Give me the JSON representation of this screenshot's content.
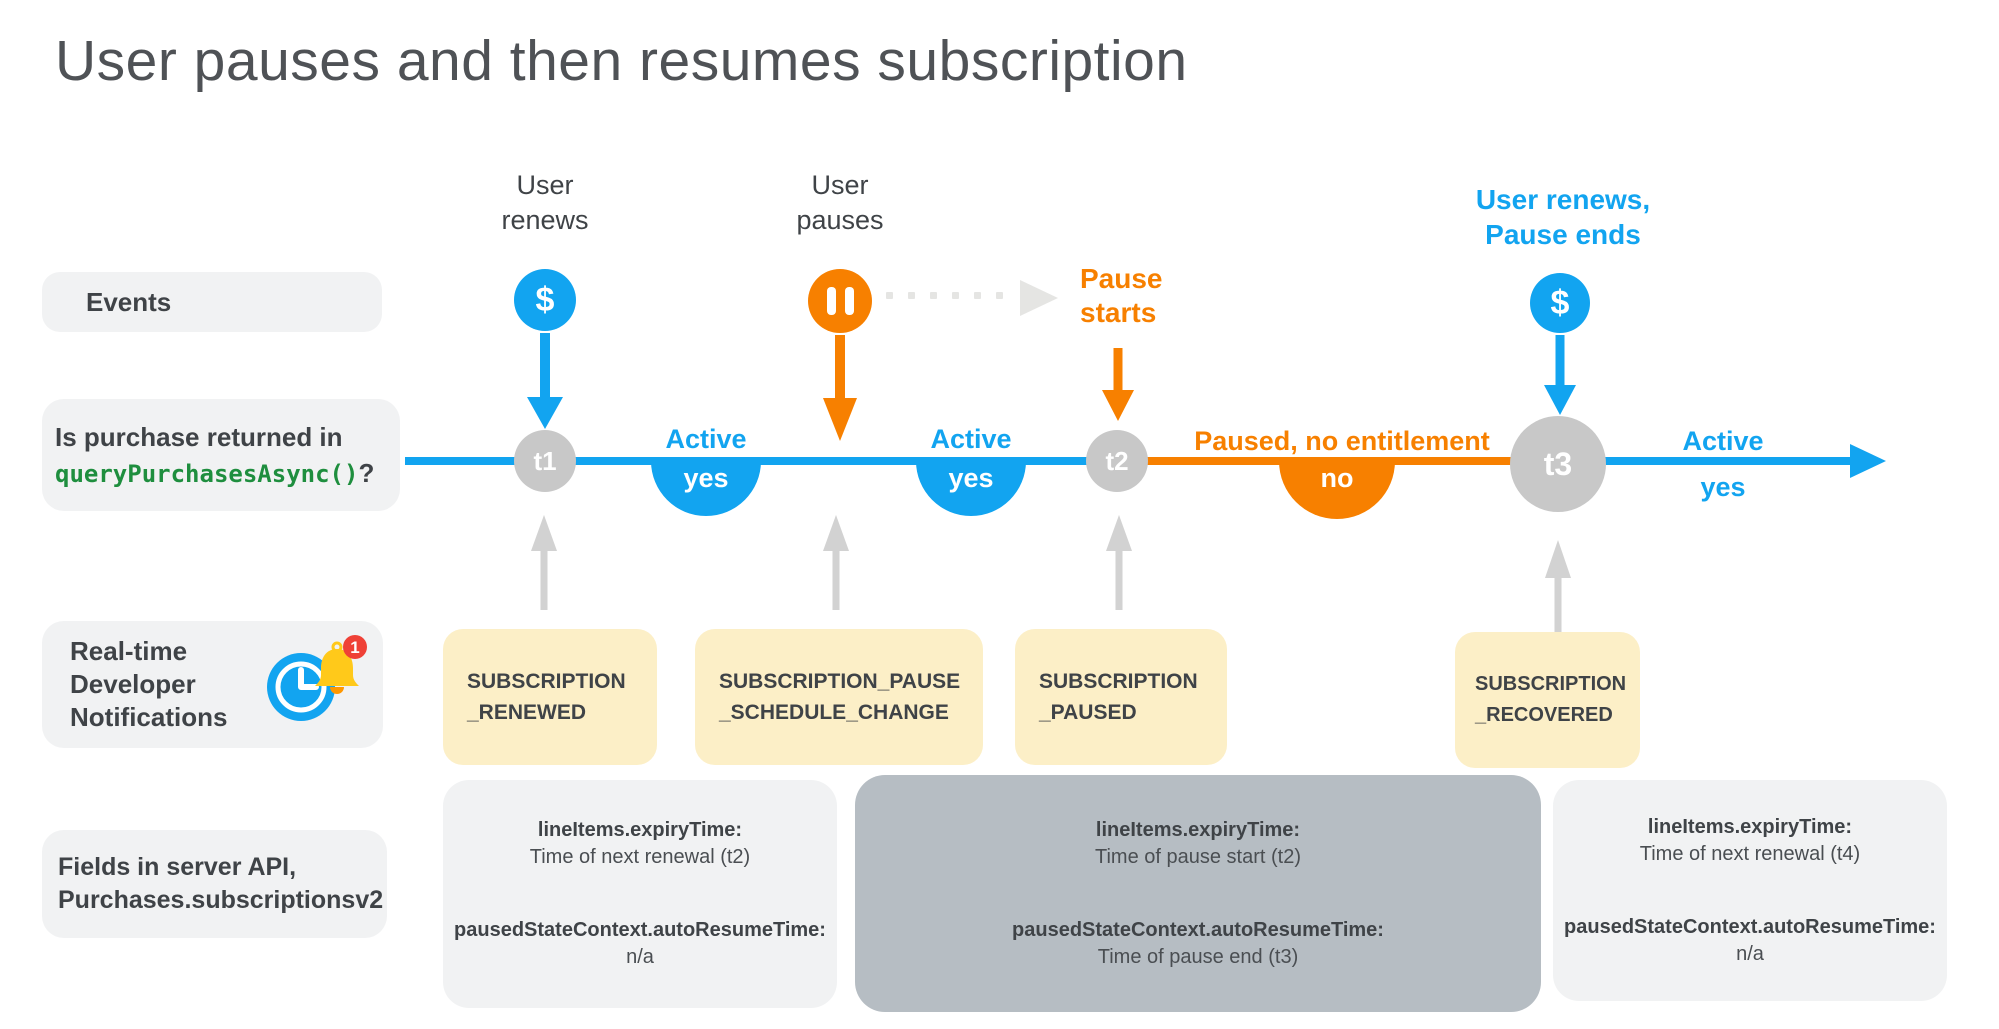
{
  "title": "User pauses and then resumes subscription",
  "colors": {
    "blue": "#12a4f0",
    "orange": "#f78000",
    "gray_point": "#c8c8c8",
    "yellow_box": "#fcefc7",
    "light_box": "#f1f2f3",
    "dark_box": "#b6bdc3",
    "green_code": "#1e8e3e",
    "badge_red": "#ef4136"
  },
  "sidebar": {
    "events_label": "Events",
    "purchase_question_line1": "Is purchase returned in",
    "purchase_question_code": "queryPurchasesAsync()",
    "purchase_question_suffix": "?",
    "rtdn_line1": "Real-time",
    "rtdn_line2": "Developer",
    "rtdn_line3": "Notifications",
    "rtdn_badge_count": "1",
    "fields_line1": "Fields in server API,",
    "fields_line2": "Purchases.subscriptionsv2"
  },
  "events": {
    "dollar_symbol": "$",
    "renew1_line1": "User",
    "renew1_line2": "renews",
    "pause_line1": "User",
    "pause_line2": "pauses",
    "pause_starts_line1": "Pause",
    "pause_starts_line2": "starts",
    "renew2_line1": "User renews,",
    "renew2_line2": "Pause ends"
  },
  "timeline": {
    "t1": "t1",
    "t2": "t2",
    "t3": "t3",
    "state1_label": "Active",
    "state1_value": "yes",
    "state2_label": "Active",
    "state2_value": "yes",
    "state3_label": "Paused, no entitlement",
    "state3_value": "no",
    "state4_label": "Active",
    "state4_value": "yes"
  },
  "notifications": {
    "n1_line1": "SUBSCRIPTION",
    "n1_line2": "_RENEWED",
    "n2_line1": "SUBSCRIPTION_PAUSE",
    "n2_line2": "_SCHEDULE_CHANGE",
    "n3_line1": "SUBSCRIPTION",
    "n3_line2": "_PAUSED",
    "n4_line1": "SUBSCRIPTION",
    "n4_line2": "_RECOVERED"
  },
  "fields": {
    "box1_key1": "lineItems.expiryTime:",
    "box1_val1": "Time of next renewal (t2)",
    "box1_key2": "pausedStateContext.autoResumeTime:",
    "box1_val2": "n/a",
    "box2_key1": "lineItems.expiryTime:",
    "box2_val1": "Time of pause start (t2)",
    "box2_key2": "pausedStateContext.autoResumeTime:",
    "box2_val2": "Time of pause end (t3)",
    "box3_key1": "lineItems.expiryTime:",
    "box3_val1": "Time of next renewal (t4)",
    "box3_key2": "pausedStateContext.autoResumeTime:",
    "box3_val2": "n/a"
  }
}
